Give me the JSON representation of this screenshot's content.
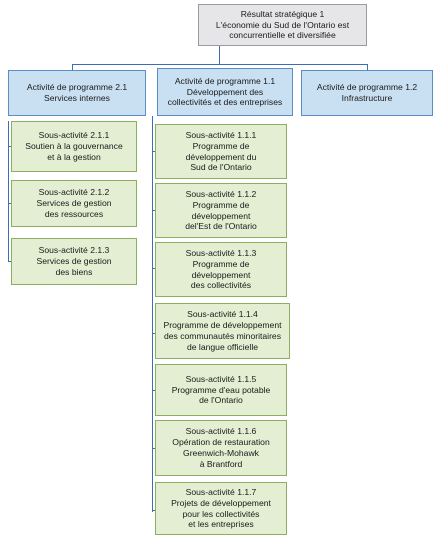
{
  "root": {
    "text": "Résultat stratégique 1\nL'économie du Sud de l'Ontario est\nconcurrentielle et diversifiée"
  },
  "programs": [
    {
      "text": "Activité de programme 2.1\nServices internes"
    },
    {
      "text": "Activité de programme 1.1\nDéveloppement des\ncollectivités et des entreprises"
    },
    {
      "text": "Activité de programme 1.2\nInfrastructure"
    }
  ],
  "sub_internal": [
    {
      "text": "Sous-activité 2.1.1\nSoutien à la gouvernance\net à la gestion"
    },
    {
      "text": "Sous-activité 2.1.2\nServices de gestion\ndes ressources"
    },
    {
      "text": "Sous-activité 2.1.3\nServices de gestion\ndes biens"
    }
  ],
  "sub_development": [
    {
      "text": "Sous-activité 1.1.1\nProgramme de\ndéveloppement du\nSud de l'Ontario"
    },
    {
      "text": "Sous-activité 1.1.2\nProgramme de\ndéveloppement\ndel'Est de l'Ontario"
    },
    {
      "text": "Sous-activité 1.1.3\nProgramme de\ndéveloppement\ndes collectivités"
    },
    {
      "text": "Sous-activité 1.1.4\nProgramme de développement\ndes communautés minoritaires\nde langue officielle"
    },
    {
      "text": "Sous-activité 1.1.5\nProgramme d'eau potable\nde l'Ontario"
    },
    {
      "text": "Sous-activité 1.1.6\nOpération de restauration\nGreenwich-Mohawk\nà Brantford"
    },
    {
      "text": "Sous-activité 1.1.7\nProjets de développement\npour les collectivités\net les entreprises"
    }
  ],
  "colors": {
    "root_fill": "#e6e6e8",
    "program_fill": "#c9dff2",
    "sub_fill": "#e3eed2",
    "connector": "#3d6fb0"
  }
}
